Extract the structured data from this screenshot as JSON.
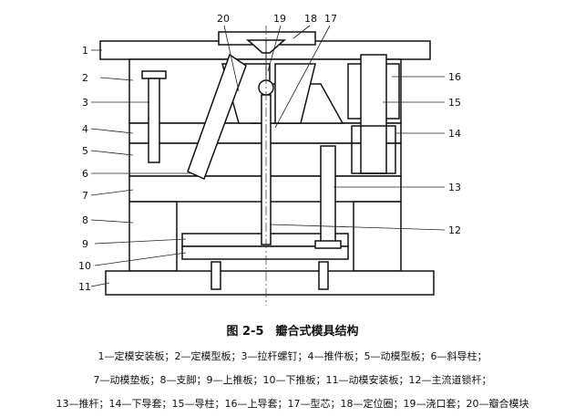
{
  "figure": {
    "callouts_left": [
      "1",
      "2",
      "3",
      "4",
      "5",
      "6",
      "7",
      "8",
      "9",
      "10",
      "11"
    ],
    "callouts_right": [
      "16",
      "15",
      "14",
      "13",
      "12"
    ],
    "callouts_top": [
      "20",
      "19",
      "18",
      "17"
    ]
  },
  "caption": {
    "title": "图 2-5　瓣合式模具结构",
    "legend_lines": [
      "1—定模安装板；2—定模型板；3—拉杆螺钉；4—推件板；5—动模型板；6—斜导柱；",
      "7—动模垫板；8—支脚；9—上推板；10—下推板；11—动模安装板；12—主流道锁杆；",
      "13—推杆；14—下导套；15—导柱；16—上导套；17—型芯；18—定位圈；19—浇口套；20—瓣合模块"
    ]
  }
}
